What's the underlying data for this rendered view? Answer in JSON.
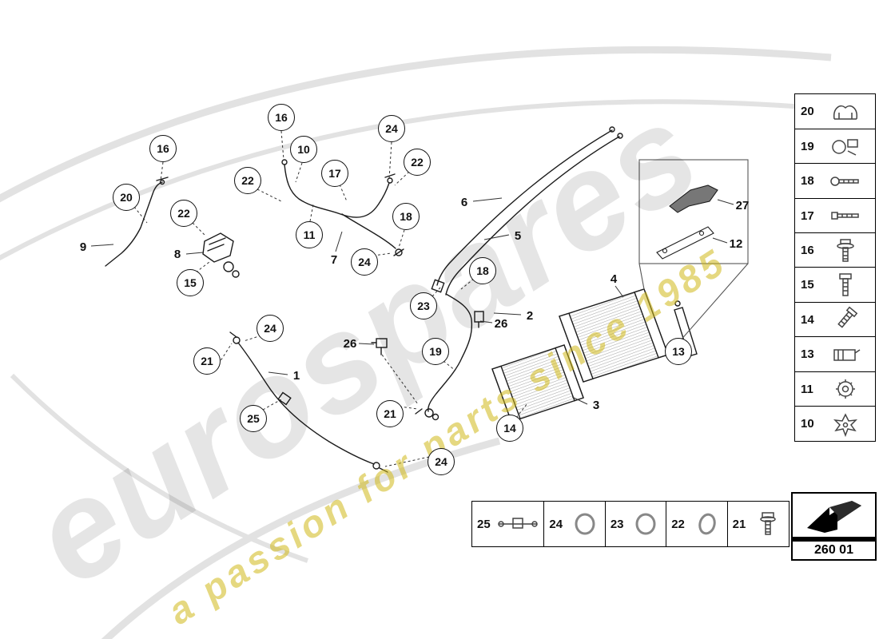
{
  "watermark": {
    "brand": "eurospares",
    "tagline": "a passion for parts since 1985"
  },
  "diagram": {
    "code": "260 01",
    "callouts": [
      {
        "label": "16",
        "type": "circle"
      },
      {
        "label": "20",
        "type": "circle"
      },
      {
        "label": "22",
        "type": "circle"
      },
      {
        "label": "15",
        "type": "circle"
      },
      {
        "label": "16",
        "type": "circle"
      },
      {
        "label": "10",
        "type": "circle"
      },
      {
        "label": "22",
        "type": "circle"
      },
      {
        "label": "11",
        "type": "circle"
      },
      {
        "label": "17",
        "type": "circle"
      },
      {
        "label": "24",
        "type": "circle"
      },
      {
        "label": "22",
        "type": "circle"
      },
      {
        "label": "18",
        "type": "circle"
      },
      {
        "label": "24",
        "type": "circle"
      },
      {
        "label": "23",
        "type": "circle"
      },
      {
        "label": "18",
        "type": "circle"
      },
      {
        "label": "19",
        "type": "circle"
      },
      {
        "label": "13",
        "type": "circle"
      },
      {
        "label": "14",
        "type": "circle"
      },
      {
        "label": "21",
        "type": "circle"
      },
      {
        "label": "24",
        "type": "circle"
      },
      {
        "label": "25",
        "type": "circle"
      },
      {
        "label": "21",
        "type": "circle"
      },
      {
        "label": "24",
        "type": "circle"
      },
      {
        "label": "9",
        "type": "plain"
      },
      {
        "label": "8",
        "type": "plain"
      },
      {
        "label": "7",
        "type": "plain"
      },
      {
        "label": "6",
        "type": "plain"
      },
      {
        "label": "5",
        "type": "plain"
      },
      {
        "label": "2",
        "type": "plain"
      },
      {
        "label": "26",
        "type": "plain"
      },
      {
        "label": "26",
        "type": "plain"
      },
      {
        "label": "4",
        "type": "plain"
      },
      {
        "label": "27",
        "type": "plain"
      },
      {
        "label": "12",
        "type": "plain"
      },
      {
        "label": "3",
        "type": "plain"
      },
      {
        "label": "1",
        "type": "plain"
      }
    ]
  },
  "sidebar": {
    "items": [
      {
        "label": "20",
        "icon": "hose-clamp-icon"
      },
      {
        "label": "19",
        "icon": "valve-icon"
      },
      {
        "label": "18",
        "icon": "bolt-icon"
      },
      {
        "label": "17",
        "icon": "bolt-icon"
      },
      {
        "label": "16",
        "icon": "flanged-screw-icon"
      },
      {
        "label": "15",
        "icon": "screw-icon"
      },
      {
        "label": "14",
        "icon": "angled-screw-icon"
      },
      {
        "label": "13",
        "icon": "clip-icon"
      },
      {
        "label": "11",
        "icon": "grommet-icon"
      },
      {
        "label": "10",
        "icon": "star-nut-icon"
      }
    ]
  },
  "legend": {
    "items": [
      {
        "label": "25",
        "icon": "valve-sensor-icon"
      },
      {
        "label": "24",
        "icon": "o-ring-icon"
      },
      {
        "label": "23",
        "icon": "o-ring-icon"
      },
      {
        "label": "22",
        "icon": "o-ring-icon"
      },
      {
        "label": "21",
        "icon": "screw-icon"
      }
    ]
  }
}
